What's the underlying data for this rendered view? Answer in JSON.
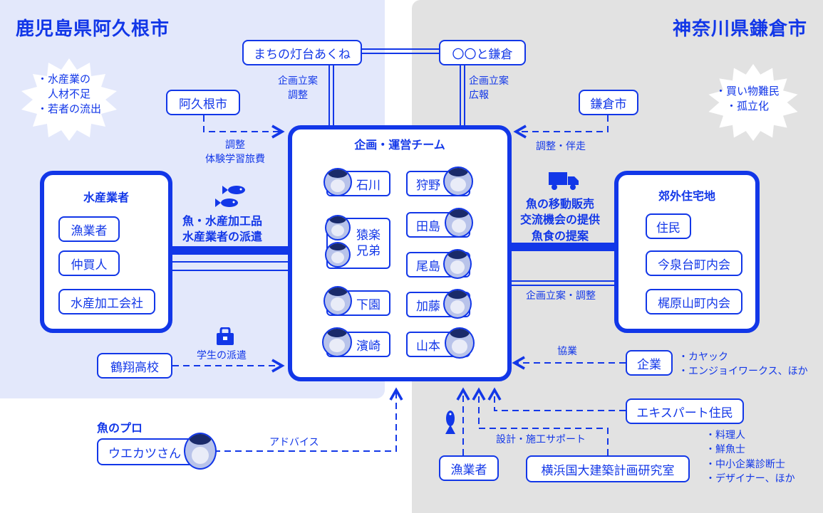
{
  "regions": {
    "left_title": "鹿児島県阿久根市",
    "right_title": "神奈川県鎌倉市"
  },
  "bursts": {
    "left": [
      "・水産業の",
      "　人材不足",
      "・若者の流出"
    ],
    "right": [
      "・買い物難民",
      "　・孤立化"
    ]
  },
  "top_boxes": {
    "akune_lighthouse": "まちの灯台あくね",
    "kamakura": "〇〇と鎌倉"
  },
  "top_labels": {
    "left": [
      "企画立案",
      "調整"
    ],
    "right": [
      "企画立案",
      "広報"
    ]
  },
  "cities": {
    "akune": "阿久根市",
    "kamakura": "鎌倉市",
    "akune_label": [
      "調整",
      "体験学習旅費"
    ],
    "kamakura_label": "調整・伴走"
  },
  "team": {
    "title": "企画・運営チーム",
    "members_left": [
      "石川",
      "猿楽\n兄弟",
      "下園",
      "濱崎"
    ],
    "members_right": [
      "狩野",
      "田島",
      "尾島",
      "加藤",
      "山本"
    ]
  },
  "fishery": {
    "title": "水産業者",
    "items": [
      "漁業者",
      "仲買人",
      "水産加工会社"
    ],
    "flow_label": [
      "魚・水産加工品",
      "水産業者の派遣"
    ]
  },
  "suburb": {
    "title": "郊外住宅地",
    "items": [
      "住民",
      "今泉台町内会",
      "梶原山町内会"
    ],
    "flow_label": [
      "魚の移動販売",
      "交流機会の提供",
      "魚食の提案"
    ],
    "plan_label": "企画立案・調整"
  },
  "school": {
    "name": "鶴翔高校",
    "label": "学生の派遣"
  },
  "pro": {
    "title": "魚のプロ",
    "name": "ウエカツさん",
    "label": "アドバイス"
  },
  "companies": {
    "name": "企業",
    "label": "協業",
    "list": [
      "・カヤック",
      "・エンジョイワークス、ほか"
    ]
  },
  "experts": {
    "name": "エキスパート住民",
    "list": [
      "・料理人",
      "・鮮魚士",
      "・中小企業診断士",
      "・デザイナー、ほか"
    ]
  },
  "bottom": {
    "fisher": "漁業者",
    "lab": "横浜国大建築計画研究室",
    "lab_label": "設計・施工サポート"
  },
  "colors": {
    "accent": "#1237e8",
    "left_bg": "#e3e8fb",
    "right_bg": "#e2e2e2"
  },
  "icons": [
    "fish-icon",
    "truck-icon",
    "school-bag-icon",
    "fish-vertical-icon",
    "face-photo-icon"
  ]
}
